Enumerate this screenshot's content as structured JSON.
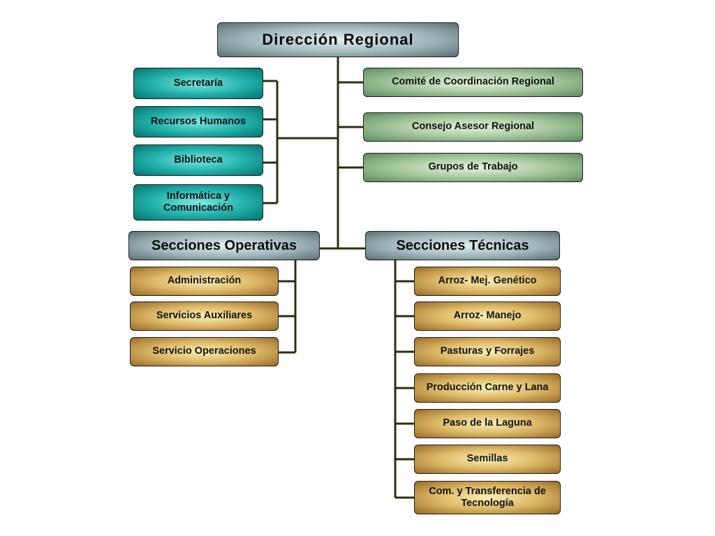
{
  "title": "Dirección Regional",
  "left_staff": [
    "Secretaría",
    "Recursos Humanos",
    "Biblioteca",
    "Informática y Comunicación"
  ],
  "right_staff": [
    "Comité de Coordinación Regional",
    "Consejo Asesor Regional",
    "Grupos de Trabajo"
  ],
  "operativas": {
    "header": "Secciones Operativas",
    "items": [
      "Administración",
      "Servicios Auxiliares",
      "Servicio Operaciones"
    ]
  },
  "tecnicas": {
    "header": "Secciones Técnicas",
    "items": [
      "Arroz- Mej. Genético",
      "Arroz- Manejo",
      "Pasturas y Forrajes",
      "Producción Carne y Lana",
      "Paso de la Laguna",
      "Semillas",
      "Com. y Transferencia de Tecnología"
    ]
  },
  "colors": {
    "connector": "#2e2e10",
    "header_box": "#9fb5ba",
    "staff_box": "#25b3ad",
    "council_box": "#a8c9a0",
    "unit_box": "#dcb866"
  }
}
